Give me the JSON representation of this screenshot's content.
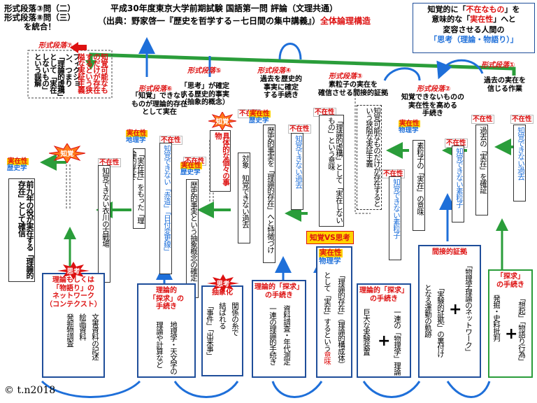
{
  "title": {
    "line1": "平成30年度東京大学前期試験 国語第一問 評論（文理共通）",
    "line2": "（出典：野家啓一『歴史を哲学する－七日間の集中講義』）",
    "line2_red": "全体論理構造"
  },
  "top_left_note": [
    "形式段落③問（二）",
    "形式段落⑧問（三）",
    "を統合！"
  ],
  "top_right_note": {
    "l1_pre": "知覚的に「",
    "l1_red": "不在なもの",
    "l1_post": "」を",
    "l2_pre": "意味的な「",
    "l2_red": "実在性",
    "l2_post": "」へと",
    "l3": "変容させる人間の",
    "l4": "「思考（理論・物語り）」"
  },
  "sections": {
    "s7": "形式段落⑦",
    "s6": "形式段落⑥",
    "s5": "形式段落⑤",
    "s4": "形式段落④",
    "s3": "形式段落③",
    "s2": "形式段落②",
    "s1": "形式段落①"
  },
  "heads": {
    "s6": [
      "「知覚」できない",
      "ものが理論的存在",
      "として実在"
    ],
    "s5": [
      "「思考」が確定",
      "する歴史的事実",
      "（抽象的概念）"
    ],
    "s4": [
      "過去を歴史的",
      "事実に確定",
      "する手続き"
    ],
    "s3": [
      "素粒子の実在を",
      "確信させる間接的証拠"
    ],
    "s2": [
      "知覚できないものの",
      "実在性を高める",
      "手続き"
    ],
    "s1": [
      "過去の実在を",
      "信じる作業"
    ]
  },
  "tags": {
    "presence": "実在性",
    "absence": "不在性",
    "history": "歴史学",
    "geography": "地理学",
    "physics": "物理学"
  },
  "stars": {
    "perception": "知覚",
    "thinking": "思考",
    "perception_vs": "知覚VS思考"
  },
  "p7": {
    "c1": "フィクション、つまり「理論的虚構」として「実在しないもの」という誤解",
    "c2": "知覚可能なものだけが存在するという狭隘な実証主義"
  },
  "far_left": "前九年の役が実在する「理論的存在」として確信",
  "vcols": {
    "koromo": "知覚できない衣川の古戦場",
    "s6_tag": "「実在性」をもった「理論的存在」",
    "s6_absent": "知覚できない「赤道」「日付変更線」",
    "s5_abstract": "歴史的事実という抽象概念の確定",
    "s5_concrete": "具体的な個々の事物",
    "s4_a": "対象　知覚できない過去",
    "s4_b": "歴史的事実を「理論的存在」へと特徴づけ",
    "s4_c": "知覚できない過去",
    "s3_a": "「理論的虚構」として「実在しないもの」という意味",
    "s3_b": "知覚可能なものだけが存在するという狭隘な実証主義",
    "s3_c": "知覚できない素粒子",
    "s2_a": "素粒子の「実在」の意味",
    "s2_b": "知覚できない素粒子",
    "s1_a": "過去の「実在」を確証",
    "s1_b": "知覚できない過去"
  },
  "bottom_boxes": {
    "b1": {
      "label": [
        "理論もしくは",
        "「物語り」の",
        "ネットワーク",
        "（コンテクスト）"
      ],
      "c1": "文書資料の記述",
      "c2": "絵画資料",
      "c3": "発掘物調査"
    },
    "b2": {
      "label": [
        "理論的",
        "「探求」の",
        "手続き"
      ],
      "c1": "地理学・天文学の",
      "c2": "理論や計算など"
    },
    "b3": {
      "label": "抽象化",
      "c1": "関係の糸で",
      "c2": "結ばれる",
      "c3": "「事件」「出来事」"
    },
    "b4": {
      "label": [
        "理論的「探求」",
        "の手続き"
      ],
      "c1": "資料調査・年代測定",
      "c2": "一連の理論的手続き"
    },
    "b5": {
      "tag1": "実在性",
      "tag2": "物理学",
      "c1": "「理論的存在」（理論的構成体）",
      "c2": "として「実在」するという",
      "c2_red": "意味"
    },
    "b6": {
      "label": [
        "理論的「探求」",
        "の手続き"
      ],
      "c1": "巨大な実験装置",
      "c2": "一連の「物理学」理論"
    },
    "b7": {
      "label": "間接的証拠",
      "c1": "「物理学理論のネットワーク」",
      "c2": "「実験的証拠」の裏付け",
      "c3": "となる運動の軌跡"
    },
    "b8": {
      "label": [
        "「探求」",
        "の手続き"
      ],
      "c1": "発掘・史料批判",
      "c2": "「想起」「物語り行為」"
    }
  },
  "copyright": "© t.n2018",
  "colors": {
    "red": "#dd1111",
    "blue": "#1e6fd9",
    "navy": "#1f4e9a",
    "green": "#2a9d3a",
    "yellow": "#ffd400",
    "orange": "#ff7a1a"
  }
}
